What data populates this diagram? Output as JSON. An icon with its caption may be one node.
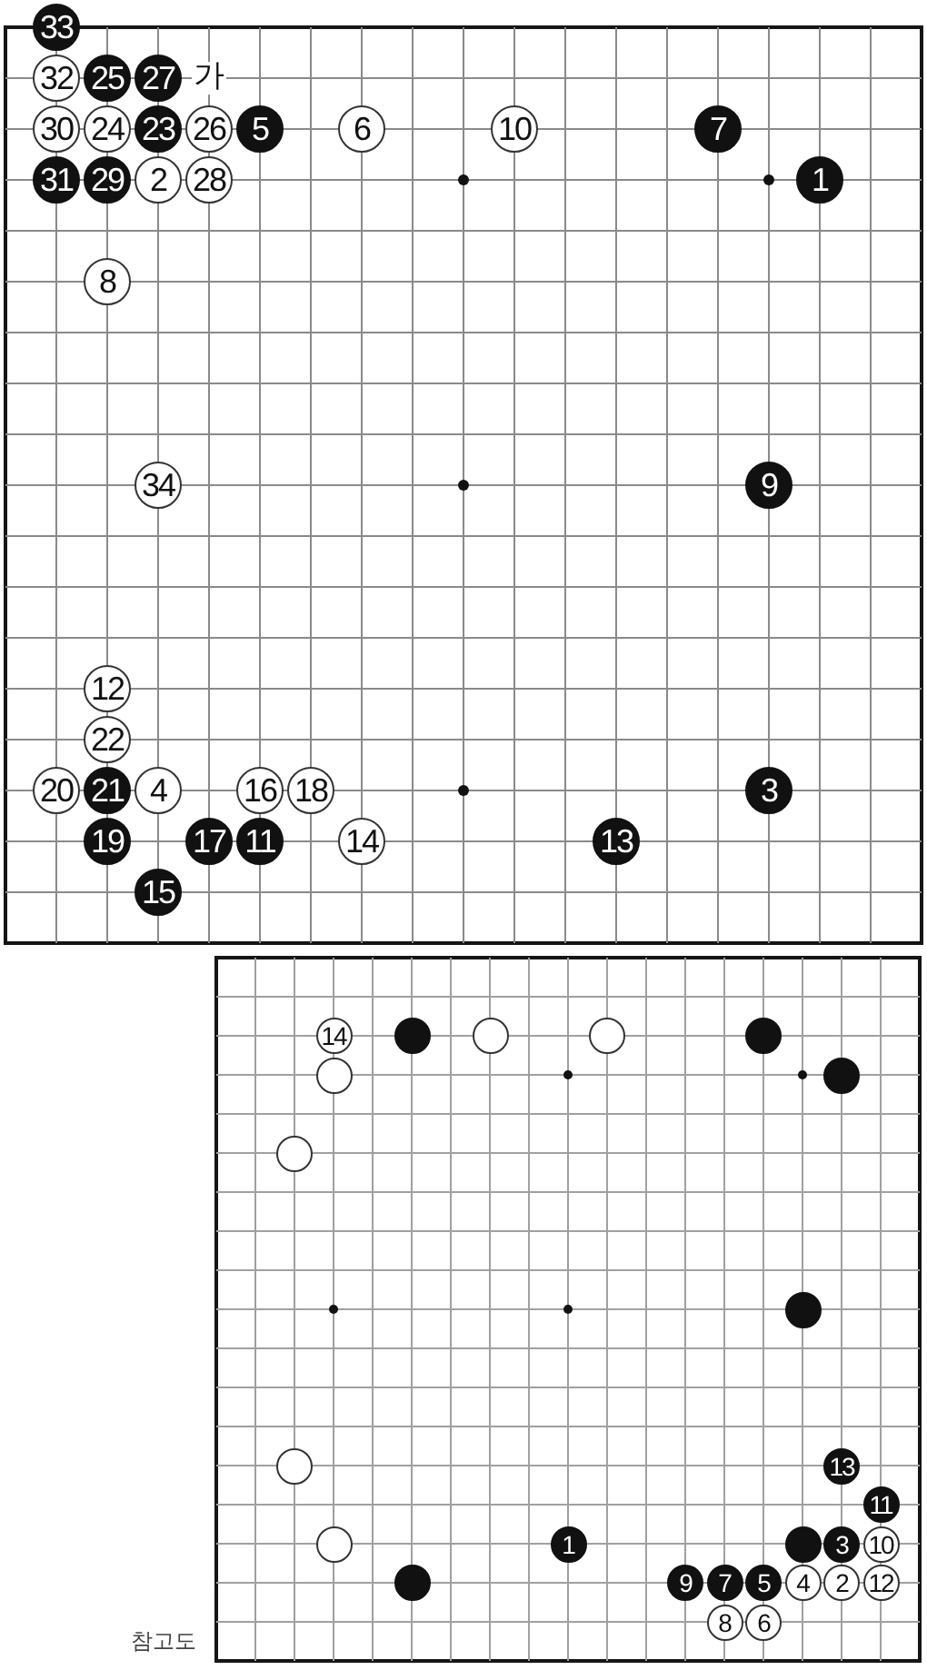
{
  "diagram": {
    "nodes": [
      {
        "text": [],
        "shape": "box"
      },
      {
        "text": [
          "33"
        ]
      },
      {
        "text": [
          "32"
        ],
        "in": 0
      },
      {
        "text": [
          "25"
        ],
        "in": 0
      },
      {
        "text": [
          "27"
        ],
        "in": 0
      },
      {
        "text": [
          "30"
        ],
        "in": 0
      },
      {
        "text": [
          "24"
        ],
        "in": 0
      },
      {
        "text": [
          "23"
        ],
        "in": 0
      },
      {
        "text": [
          "26"
        ],
        "in": 0
      },
      {
        "text": [
          "5"
        ],
        "in": 0
      },
      {
        "text": [
          "6"
        ],
        "in": 0
      },
      {
        "text": [
          "10"
        ],
        "in": 0
      },
      {
        "text": [
          "7"
        ],
        "in": 0
      },
      {
        "text": [
          "31"
        ],
        "in": 0
      },
      {
        "text": [
          "29"
        ],
        "in": 0
      },
      {
        "text": [
          "2"
        ],
        "in": 0
      },
      {
        "text": [
          "28"
        ],
        "in": 0
      },
      {
        "text": [
          "1"
        ],
        "in": 0
      },
      {
        "text": [
          "8"
        ],
        "in": 0
      },
      {
        "text": [
          "34"
        ],
        "in": 0
      },
      {
        "text": [
          "9"
        ],
        "in": 0
      },
      {
        "text": [
          "12"
        ],
        "in": 0
      },
      {
        "text": [
          "22"
        ],
        "in": 0
      },
      {
        "text": [
          "20"
        ],
        "in": 0
      },
      {
        "text": [
          "21"
        ],
        "in": 0
      },
      {
        "text": [
          "4"
        ],
        "in": 0
      },
      {
        "text": [
          "16"
        ],
        "in": 0
      },
      {
        "text": [
          "18"
        ],
        "in": 0
      },
      {
        "text": [
          "3"
        ],
        "in": 0
      },
      {
        "text": [
          "19"
        ],
        "in": 0
      },
      {
        "text": [
          "17"
        ],
        "in": 0
      },
      {
        "text": [
          "11"
        ],
        "in": 0
      },
      {
        "text": [
          "14"
        ],
        "in": 0
      },
      {
        "text": [
          "13"
        ],
        "in": 0
      },
      {
        "text": [
          "15"
        ],
        "in": 0
      },
      {
        "text": [],
        "shape": "box",
        "beside": [
          "참고도"
        ]
      },
      {
        "text": [
          "14"
        ],
        "in": 35
      },
      {
        "text": [],
        "shape": "circle",
        "in": 35
      },
      {
        "text": [],
        "shape": "circle",
        "in": 35
      },
      {
        "text": [],
        "shape": "circle",
        "in": 35
      },
      {
        "text": [],
        "shape": "circle",
        "in": 35
      },
      {
        "text": [],
        "shape": "circle",
        "in": 35
      },
      {
        "text": [],
        "shape": "circle",
        "in": 35
      },
      {
        "text": [],
        "shape": "circle",
        "in": 35
      },
      {
        "text": [],
        "shape": "circle",
        "in": 35
      },
      {
        "text": [],
        "shape": "circle",
        "in": 35
      },
      {
        "text": [
          "13"
        ],
        "in": 35
      },
      {
        "text": [
          "11"
        ],
        "in": 35
      },
      {
        "text": [],
        "shape": "circle",
        "in": 35
      },
      {
        "text": [
          "1"
        ],
        "in": 35
      },
      {
        "text": [],
        "shape": "circle",
        "in": 35
      },
      {
        "text": [
          "3"
        ],
        "in": 35
      },
      {
        "text": [
          "10"
        ],
        "in": 35
      },
      {
        "text": [],
        "shape": "circle",
        "in": 35
      },
      {
        "text": [
          "9"
        ],
        "in": 35
      },
      {
        "text": [
          "7"
        ],
        "in": 35
      },
      {
        "text": [
          "5"
        ],
        "in": 35
      },
      {
        "text": [
          "4"
        ],
        "in": 35
      },
      {
        "text": [
          "2"
        ],
        "in": 35
      },
      {
        "text": [
          "12"
        ],
        "in": 35
      },
      {
        "text": [
          "8"
        ],
        "in": 35
      },
      {
        "text": [
          "6"
        ],
        "in": 35
      }
    ],
    "labels": [
      "가"
    ]
  }
}
